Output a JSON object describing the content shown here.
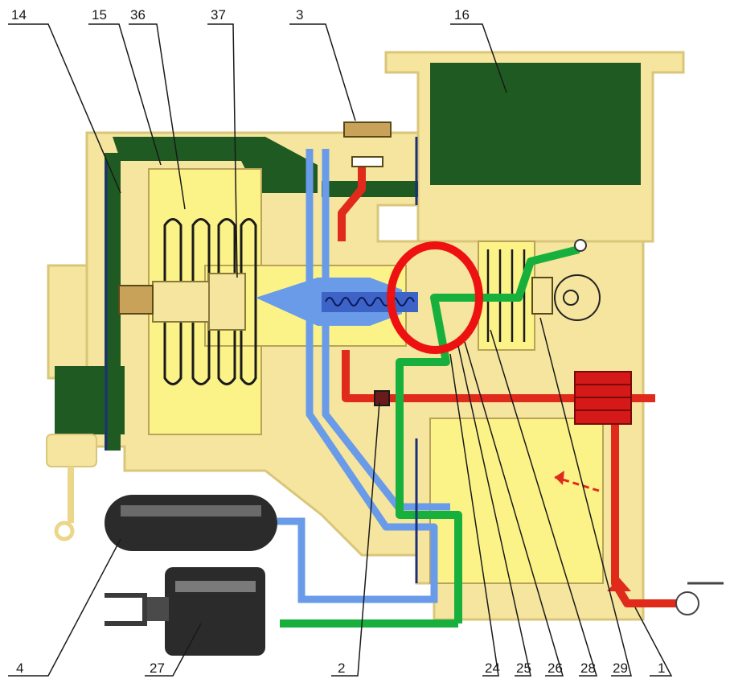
{
  "diagram": {
    "callouts_top": [
      "14",
      "15",
      "36",
      "37",
      "3",
      "16"
    ],
    "callouts_bottom": [
      "4",
      "27",
      "2",
      "24",
      "25",
      "26",
      "28",
      "29",
      "1"
    ],
    "colors": {
      "body": "#f5e59e",
      "body_edge": "#d9c67a",
      "chamber": "#fcf388",
      "dark_green": "#1f5a22",
      "air_blue": "#6a9be8",
      "pressure_red": "#e02a1c",
      "control_green": "#18b03c",
      "highlight_red": "#ee1111",
      "divider_navy": "#1b2f7a",
      "tank_dark": "#2b2b2b"
    }
  }
}
